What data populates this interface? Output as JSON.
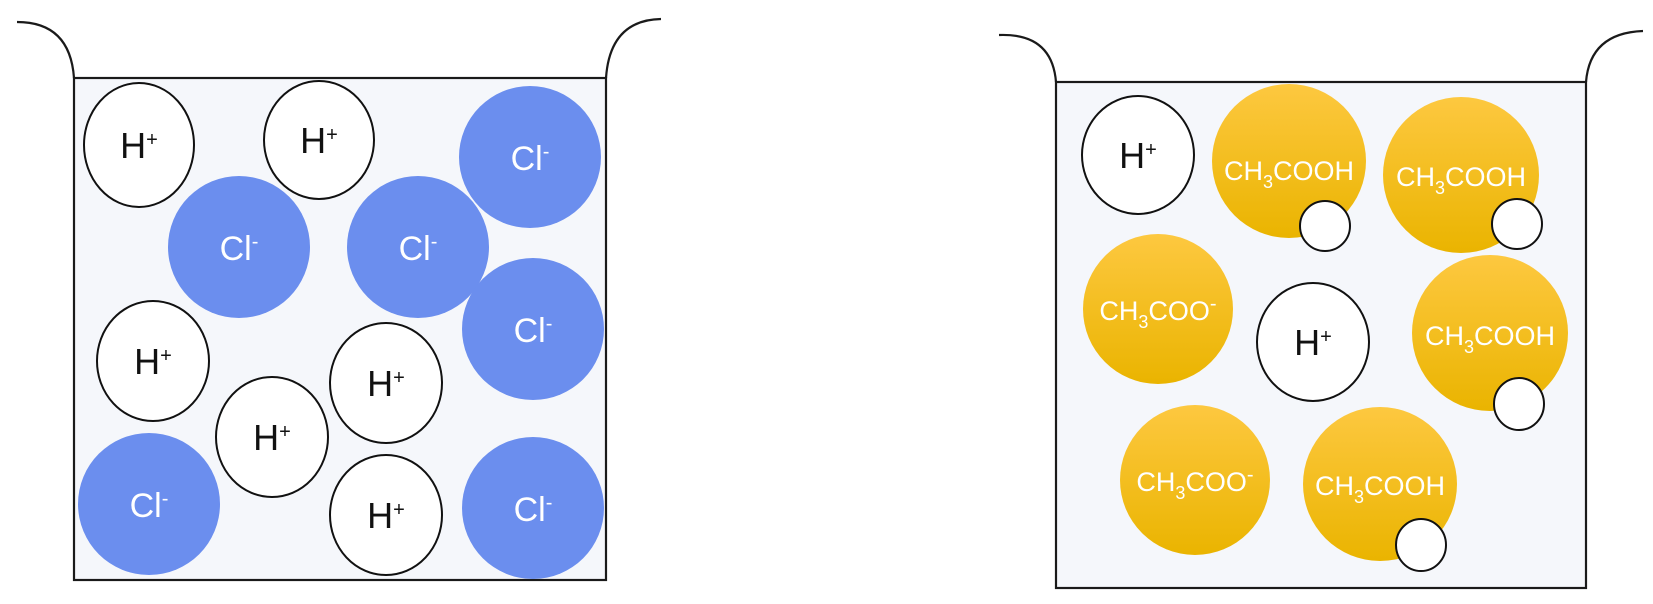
{
  "beakers": [
    {
      "name": "hydrochloric-acid-beaker",
      "particles": [
        {
          "type": "H+",
          "label": "H",
          "charge": "+"
        },
        {
          "type": "H+",
          "label": "H",
          "charge": "+"
        },
        {
          "type": "Cl-",
          "label": "Cl",
          "charge": "-"
        },
        {
          "type": "Cl-",
          "label": "Cl",
          "charge": "-"
        },
        {
          "type": "Cl-",
          "label": "Cl",
          "charge": "-"
        },
        {
          "type": "Cl-",
          "label": "Cl",
          "charge": "-"
        },
        {
          "type": "H+",
          "label": "H",
          "charge": "+"
        },
        {
          "type": "H+",
          "label": "H",
          "charge": "+"
        },
        {
          "type": "H+",
          "label": "H",
          "charge": "+"
        },
        {
          "type": "Cl-",
          "label": "Cl",
          "charge": "-"
        },
        {
          "type": "H+",
          "label": "H",
          "charge": "+"
        },
        {
          "type": "Cl-",
          "label": "Cl",
          "charge": "-"
        }
      ]
    },
    {
      "name": "acetic-acid-beaker",
      "particles": [
        {
          "type": "H+",
          "label": "H",
          "charge": "+"
        },
        {
          "type": "CH3COOH",
          "parts": [
            "CH",
            "3",
            "COOH"
          ]
        },
        {
          "type": "CH3COOH",
          "parts": [
            "CH",
            "3",
            "COOH"
          ]
        },
        {
          "type": "CH3COO-",
          "parts": [
            "CH",
            "3",
            "COO"
          ],
          "charge": "-"
        },
        {
          "type": "H+",
          "label": "H",
          "charge": "+"
        },
        {
          "type": "CH3COOH",
          "parts": [
            "CH",
            "3",
            "COOH"
          ]
        },
        {
          "type": "CH3COO-",
          "parts": [
            "CH",
            "3",
            "COO"
          ],
          "charge": "-"
        },
        {
          "type": "CH3COOH",
          "parts": [
            "CH",
            "3",
            "COOH"
          ]
        }
      ]
    }
  ],
  "colors": {
    "chloride": "#6b8eee",
    "acetate_top": "#fdc840",
    "acetate_bottom": "#eab400",
    "hydrogen": "#ffffff",
    "solution": "#f5f7fb"
  }
}
